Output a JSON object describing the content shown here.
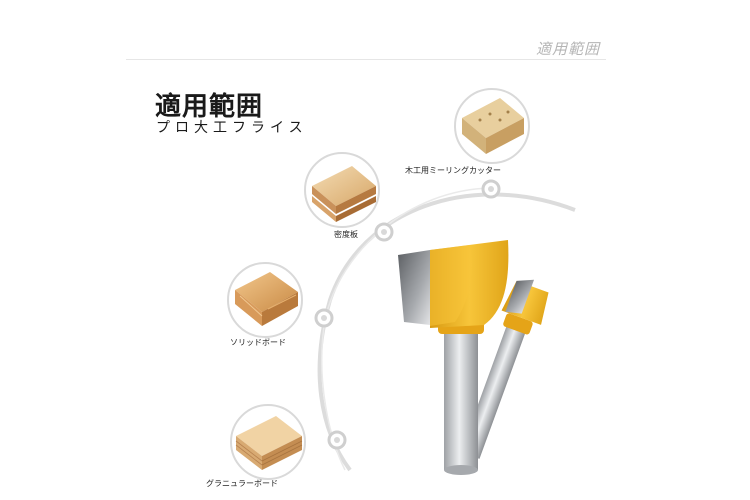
{
  "header": {
    "label": "適用範囲"
  },
  "title": "適用範囲",
  "subtitle": "プロ大工フライス",
  "materials": [
    {
      "label": "木工用ミーリングカッター",
      "icon": "particle-board-icon"
    },
    {
      "label": "密度板",
      "icon": "mdf-board-icon"
    },
    {
      "label": "ソリッドボード",
      "icon": "solid-board-icon"
    },
    {
      "label": "グラニュラーボード",
      "icon": "plywood-board-icon"
    }
  ],
  "product": {
    "icon": "router-bit-icon",
    "colors": {
      "body": "#f0b41e",
      "shank": "#c9ccd0",
      "blade": "#7c7f83"
    }
  }
}
